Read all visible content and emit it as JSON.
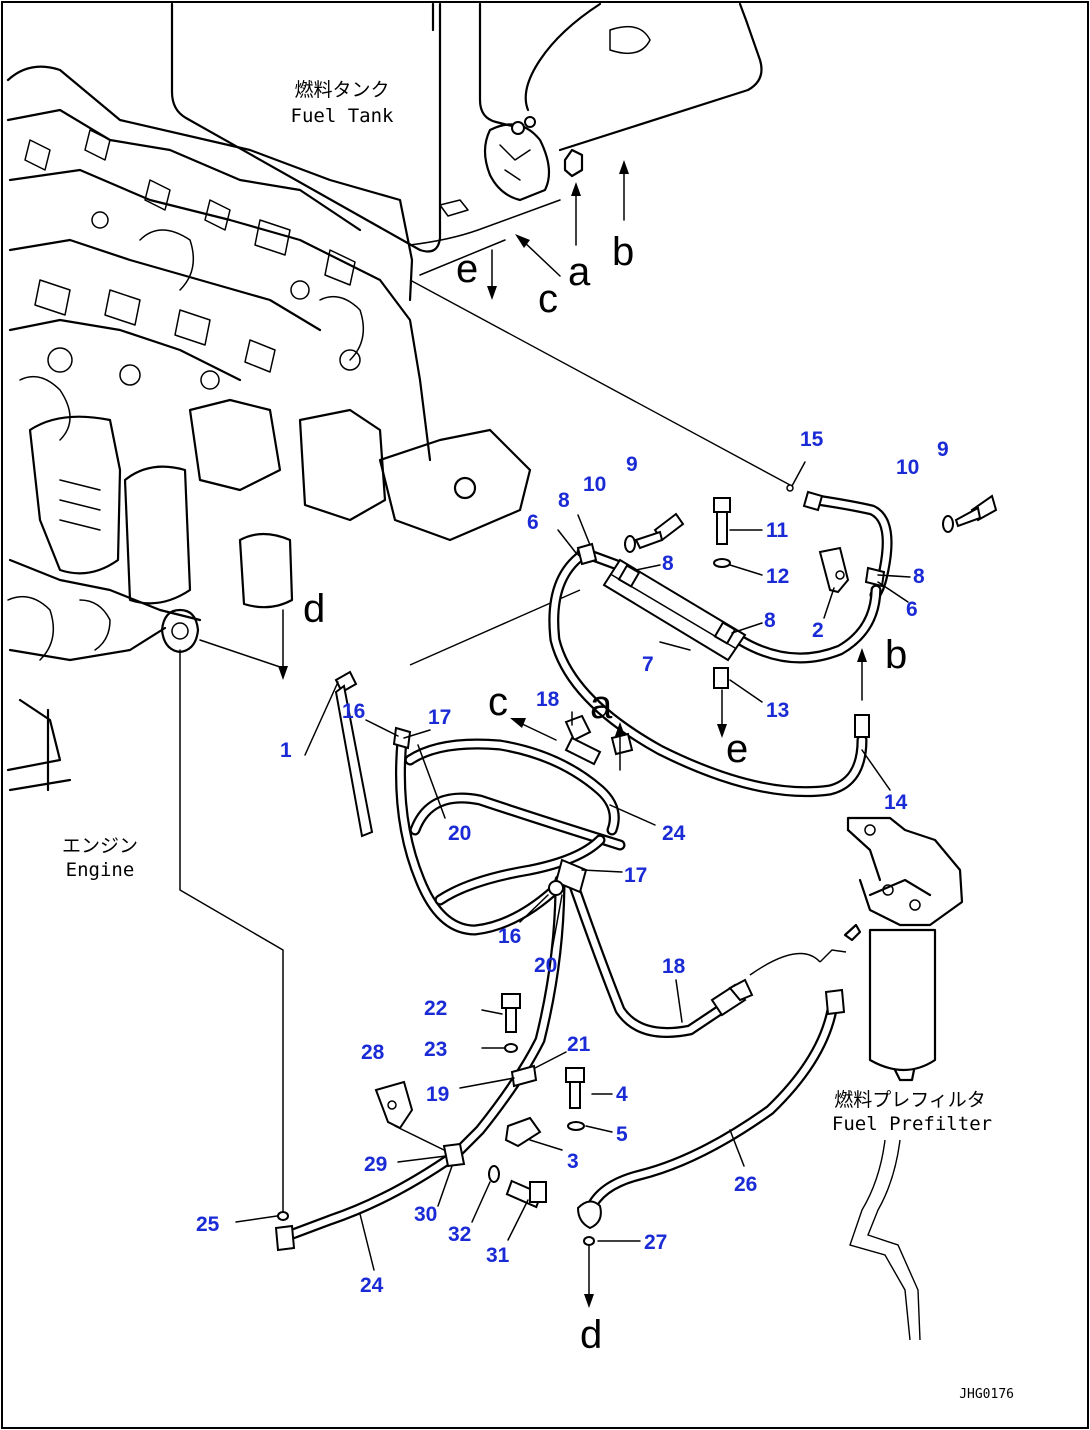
{
  "labels": {
    "fuel_tank_jp": "燃料タンク",
    "fuel_tank_en": "Fuel Tank",
    "engine_jp": "エンジン",
    "engine_en": "Engine",
    "prefilter_jp": "燃料プレフィルタ",
    "prefilter_en": "Fuel Prefilter",
    "drawing_code": "JHG0176"
  },
  "connection_letters": {
    "a_top": "a",
    "b_top": "b",
    "c_top": "c",
    "e_top": "e",
    "d_engine": "d",
    "b_right": "b",
    "e_mid": "e",
    "c_mid": "c",
    "a_mid": "a",
    "d_bottom": "d"
  },
  "part_numbers": {
    "p15": "15",
    "p9a": "9",
    "p9b": "9",
    "p10a": "10",
    "p10b": "10",
    "p8a": "8",
    "p8b": "8",
    "p8c": "8",
    "p8d": "8",
    "p6a": "6",
    "p6b": "6",
    "p11": "11",
    "p12": "12",
    "p2": "2",
    "p7": "7",
    "p13": "13",
    "p14": "14",
    "p16a": "16",
    "p17a": "17",
    "p18a": "18",
    "p1": "1",
    "p20a": "20",
    "p24a": "24",
    "p17b": "17",
    "p16b": "16",
    "p20b": "20",
    "p18b": "18",
    "p22": "22",
    "p23": "23",
    "p21": "21",
    "p28": "28",
    "p19": "19",
    "p4": "4",
    "p5": "5",
    "p3": "3",
    "p29": "29",
    "p26": "26",
    "p30": "30",
    "p25": "25",
    "p32": "32",
    "p31": "31",
    "p27": "27",
    "p24b": "24"
  }
}
